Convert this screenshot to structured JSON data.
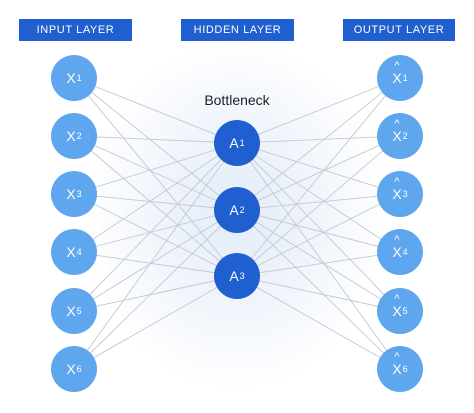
{
  "labels": {
    "input": "INPUT LAYER",
    "hidden": "HIDDEN LAYER",
    "output": "OUTPUT LAYER",
    "bottleneck": "Bottleneck"
  },
  "colors": {
    "accent": "#1f5fcf",
    "light_node": "#5ea7ef",
    "edge": "#c3c8d2"
  },
  "input_nodes": [
    {
      "base": "X",
      "sub": "1"
    },
    {
      "base": "X",
      "sub": "2"
    },
    {
      "base": "X",
      "sub": "3"
    },
    {
      "base": "X",
      "sub": "4"
    },
    {
      "base": "X",
      "sub": "5"
    },
    {
      "base": "X",
      "sub": "6"
    }
  ],
  "hidden_nodes": [
    {
      "base": "A",
      "sub": "1"
    },
    {
      "base": "A",
      "sub": "2"
    },
    {
      "base": "A",
      "sub": "3"
    }
  ],
  "output_nodes": [
    {
      "base": "X",
      "sub": "1"
    },
    {
      "base": "X",
      "sub": "2"
    },
    {
      "base": "X",
      "sub": "3"
    },
    {
      "base": "X",
      "sub": "4"
    },
    {
      "base": "X",
      "sub": "5"
    },
    {
      "base": "X",
      "sub": "6"
    }
  ]
}
